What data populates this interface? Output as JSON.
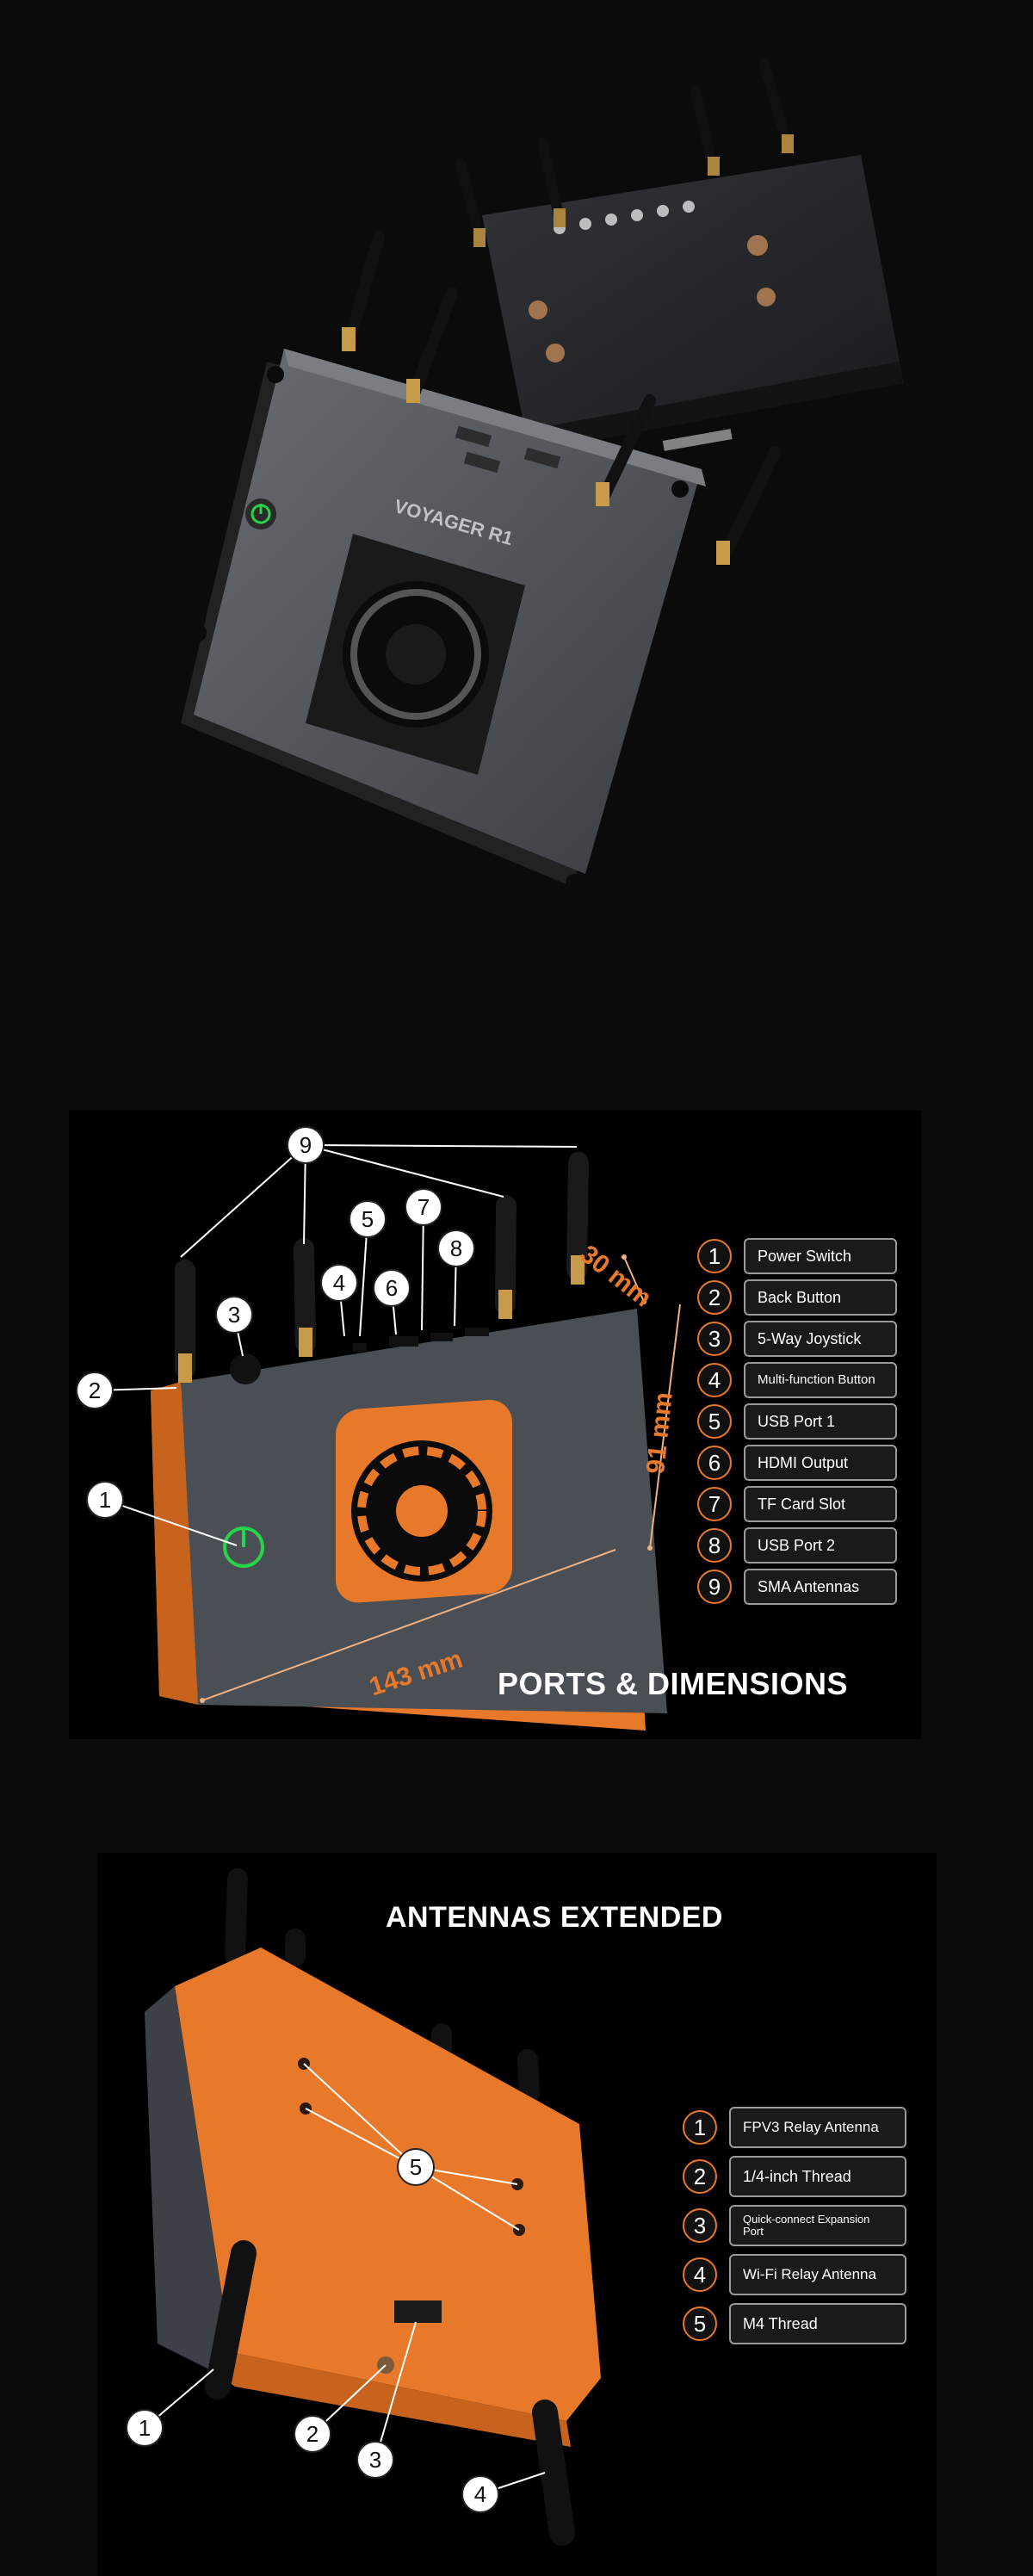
{
  "hero": {
    "product_name": "VOYAGER R1"
  },
  "ports": {
    "title": "PORTS & DIMENSIONS",
    "dimensions": {
      "depth": "30 mm",
      "height": "91 mm",
      "width": "143 mm"
    },
    "legend": [
      {
        "num": "1",
        "label": "Power Switch"
      },
      {
        "num": "2",
        "label": "Back Button"
      },
      {
        "num": "3",
        "label": "5-Way Joystick"
      },
      {
        "num": "4",
        "label": "Multi-function Button"
      },
      {
        "num": "5",
        "label": "USB Port 1"
      },
      {
        "num": "6",
        "label": "HDMI Output"
      },
      {
        "num": "7",
        "label": "TF Card Slot"
      },
      {
        "num": "8",
        "label": "USB Port 2"
      },
      {
        "num": "9",
        "label": "SMA Antennas"
      }
    ],
    "callouts": [
      "1",
      "2",
      "3",
      "4",
      "5",
      "6",
      "7",
      "8",
      "9"
    ]
  },
  "antennas": {
    "title": "ANTENNAS EXTENDED",
    "legend": [
      {
        "num": "1",
        "label": "FPV3 Relay Antenna"
      },
      {
        "num": "2",
        "label": "1/4-inch Thread"
      },
      {
        "num": "3",
        "label": "Quick-connect Expansion Port"
      },
      {
        "num": "4",
        "label": "Wi-Fi Relay Antenna"
      },
      {
        "num": "5",
        "label": "M4 Thread"
      }
    ],
    "callouts": [
      "1",
      "2",
      "3",
      "4",
      "5"
    ]
  },
  "colors": {
    "accent": "#e8782a",
    "power_green": "#27d34a",
    "device_gray": "#4a4f55"
  }
}
